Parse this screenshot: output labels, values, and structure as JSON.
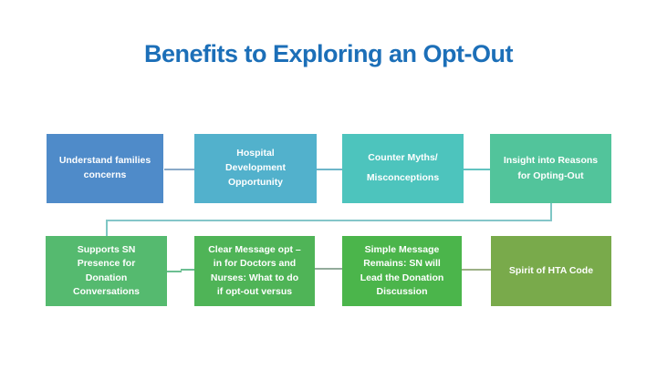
{
  "slide": {
    "title": "Benefits to Exploring an Opt-Out",
    "title_color": "#1c6fb8",
    "background_color": "#ffffff"
  },
  "diagram": {
    "connector_color": "#84c6c9",
    "boxes": [
      {
        "id": "understand-families",
        "text": "Understand families\nconcerns",
        "color": "#4f8bc9"
      },
      {
        "id": "hospital-development",
        "text": "Hospital\nDevelopment\nOpportunity",
        "color": "#52b1cc"
      },
      {
        "id": "counter-myths",
        "text": "Counter Myths/\nMisconceptions",
        "color": "#4dc4bd"
      },
      {
        "id": "insight-into-reasons",
        "text": "Insight into Reasons\nfor Opting-Out",
        "color": "#52c49b"
      },
      {
        "id": "supports-sn-presence",
        "text": "Supports SN\nPresence for\nDonation\nConversations",
        "color": "#55ba6f"
      },
      {
        "id": "clear-message-opt-in",
        "text": "Clear Message opt –\nin for Doctors and\nNurses: What to do\nif opt-out  versus",
        "color": "#4fb457"
      },
      {
        "id": "simple-message-remains",
        "text": "Simple Message\nRemains: SN will\nLead the Donation\nDiscussion",
        "color": "#4bb54b"
      },
      {
        "id": "spirit-of-hta-code",
        "text": "Spirit of HTA Code",
        "color": "#79aa4b"
      }
    ]
  }
}
